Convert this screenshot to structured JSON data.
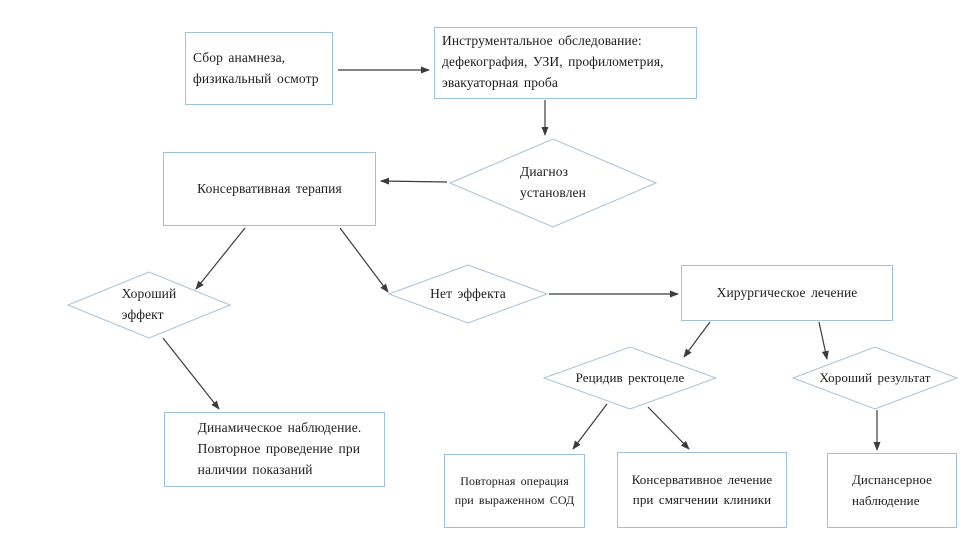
{
  "diagram": {
    "language": "ru",
    "colors": {
      "background": "#ffffff",
      "box_border": "#9ec1dd",
      "diamond_border": "#a9c3da",
      "arrow": "#3c3c3c",
      "text": "#1c1c1c"
    },
    "nodes": {
      "anamnesis": {
        "type": "process",
        "label": "Сбор анамнеза,\nфизикальный осмотр"
      },
      "instrumental": {
        "type": "process",
        "label": "Инструментальное обследование:\nдефекография, УЗИ, профилометрия,\nэвакуаторная проба"
      },
      "diagnosis": {
        "type": "decision",
        "label": "Диагноз\nустановлен"
      },
      "conservative": {
        "type": "process",
        "label": "Консервативная терапия"
      },
      "good_effect": {
        "type": "decision",
        "label": "Хороший\nэффект"
      },
      "no_effect": {
        "type": "decision",
        "label": "Нет эффекта"
      },
      "surgical": {
        "type": "process",
        "label": "Хирургическое лечение"
      },
      "relapse": {
        "type": "decision",
        "label": "Рецидив ректоцеле"
      },
      "good_result": {
        "type": "decision",
        "label": "Хороший результат"
      },
      "dynamic_observation": {
        "type": "process",
        "label": "Динамическое наблюдение.\nПовторное проведение при\nналичии показаний"
      },
      "reoperation": {
        "type": "process",
        "label": "Повторная операция\nпри выраженном СОД"
      },
      "conservative_soft": {
        "type": "process",
        "label": "Консервативное лечение\nпри смягчении клиники"
      },
      "dispensary": {
        "type": "process",
        "label": "Диспансерное\nнаблюдение"
      }
    },
    "edges": [
      {
        "from": "anamnesis",
        "to": "instrumental"
      },
      {
        "from": "instrumental",
        "to": "diagnosis"
      },
      {
        "from": "diagnosis",
        "to": "conservative"
      },
      {
        "from": "conservative",
        "to": "good_effect"
      },
      {
        "from": "conservative",
        "to": "no_effect"
      },
      {
        "from": "no_effect",
        "to": "surgical"
      },
      {
        "from": "surgical",
        "to": "relapse"
      },
      {
        "from": "surgical",
        "to": "good_result"
      },
      {
        "from": "good_effect",
        "to": "dynamic_observation"
      },
      {
        "from": "relapse",
        "to": "reoperation"
      },
      {
        "from": "relapse",
        "to": "conservative_soft"
      },
      {
        "from": "good_result",
        "to": "dispensary"
      }
    ]
  }
}
